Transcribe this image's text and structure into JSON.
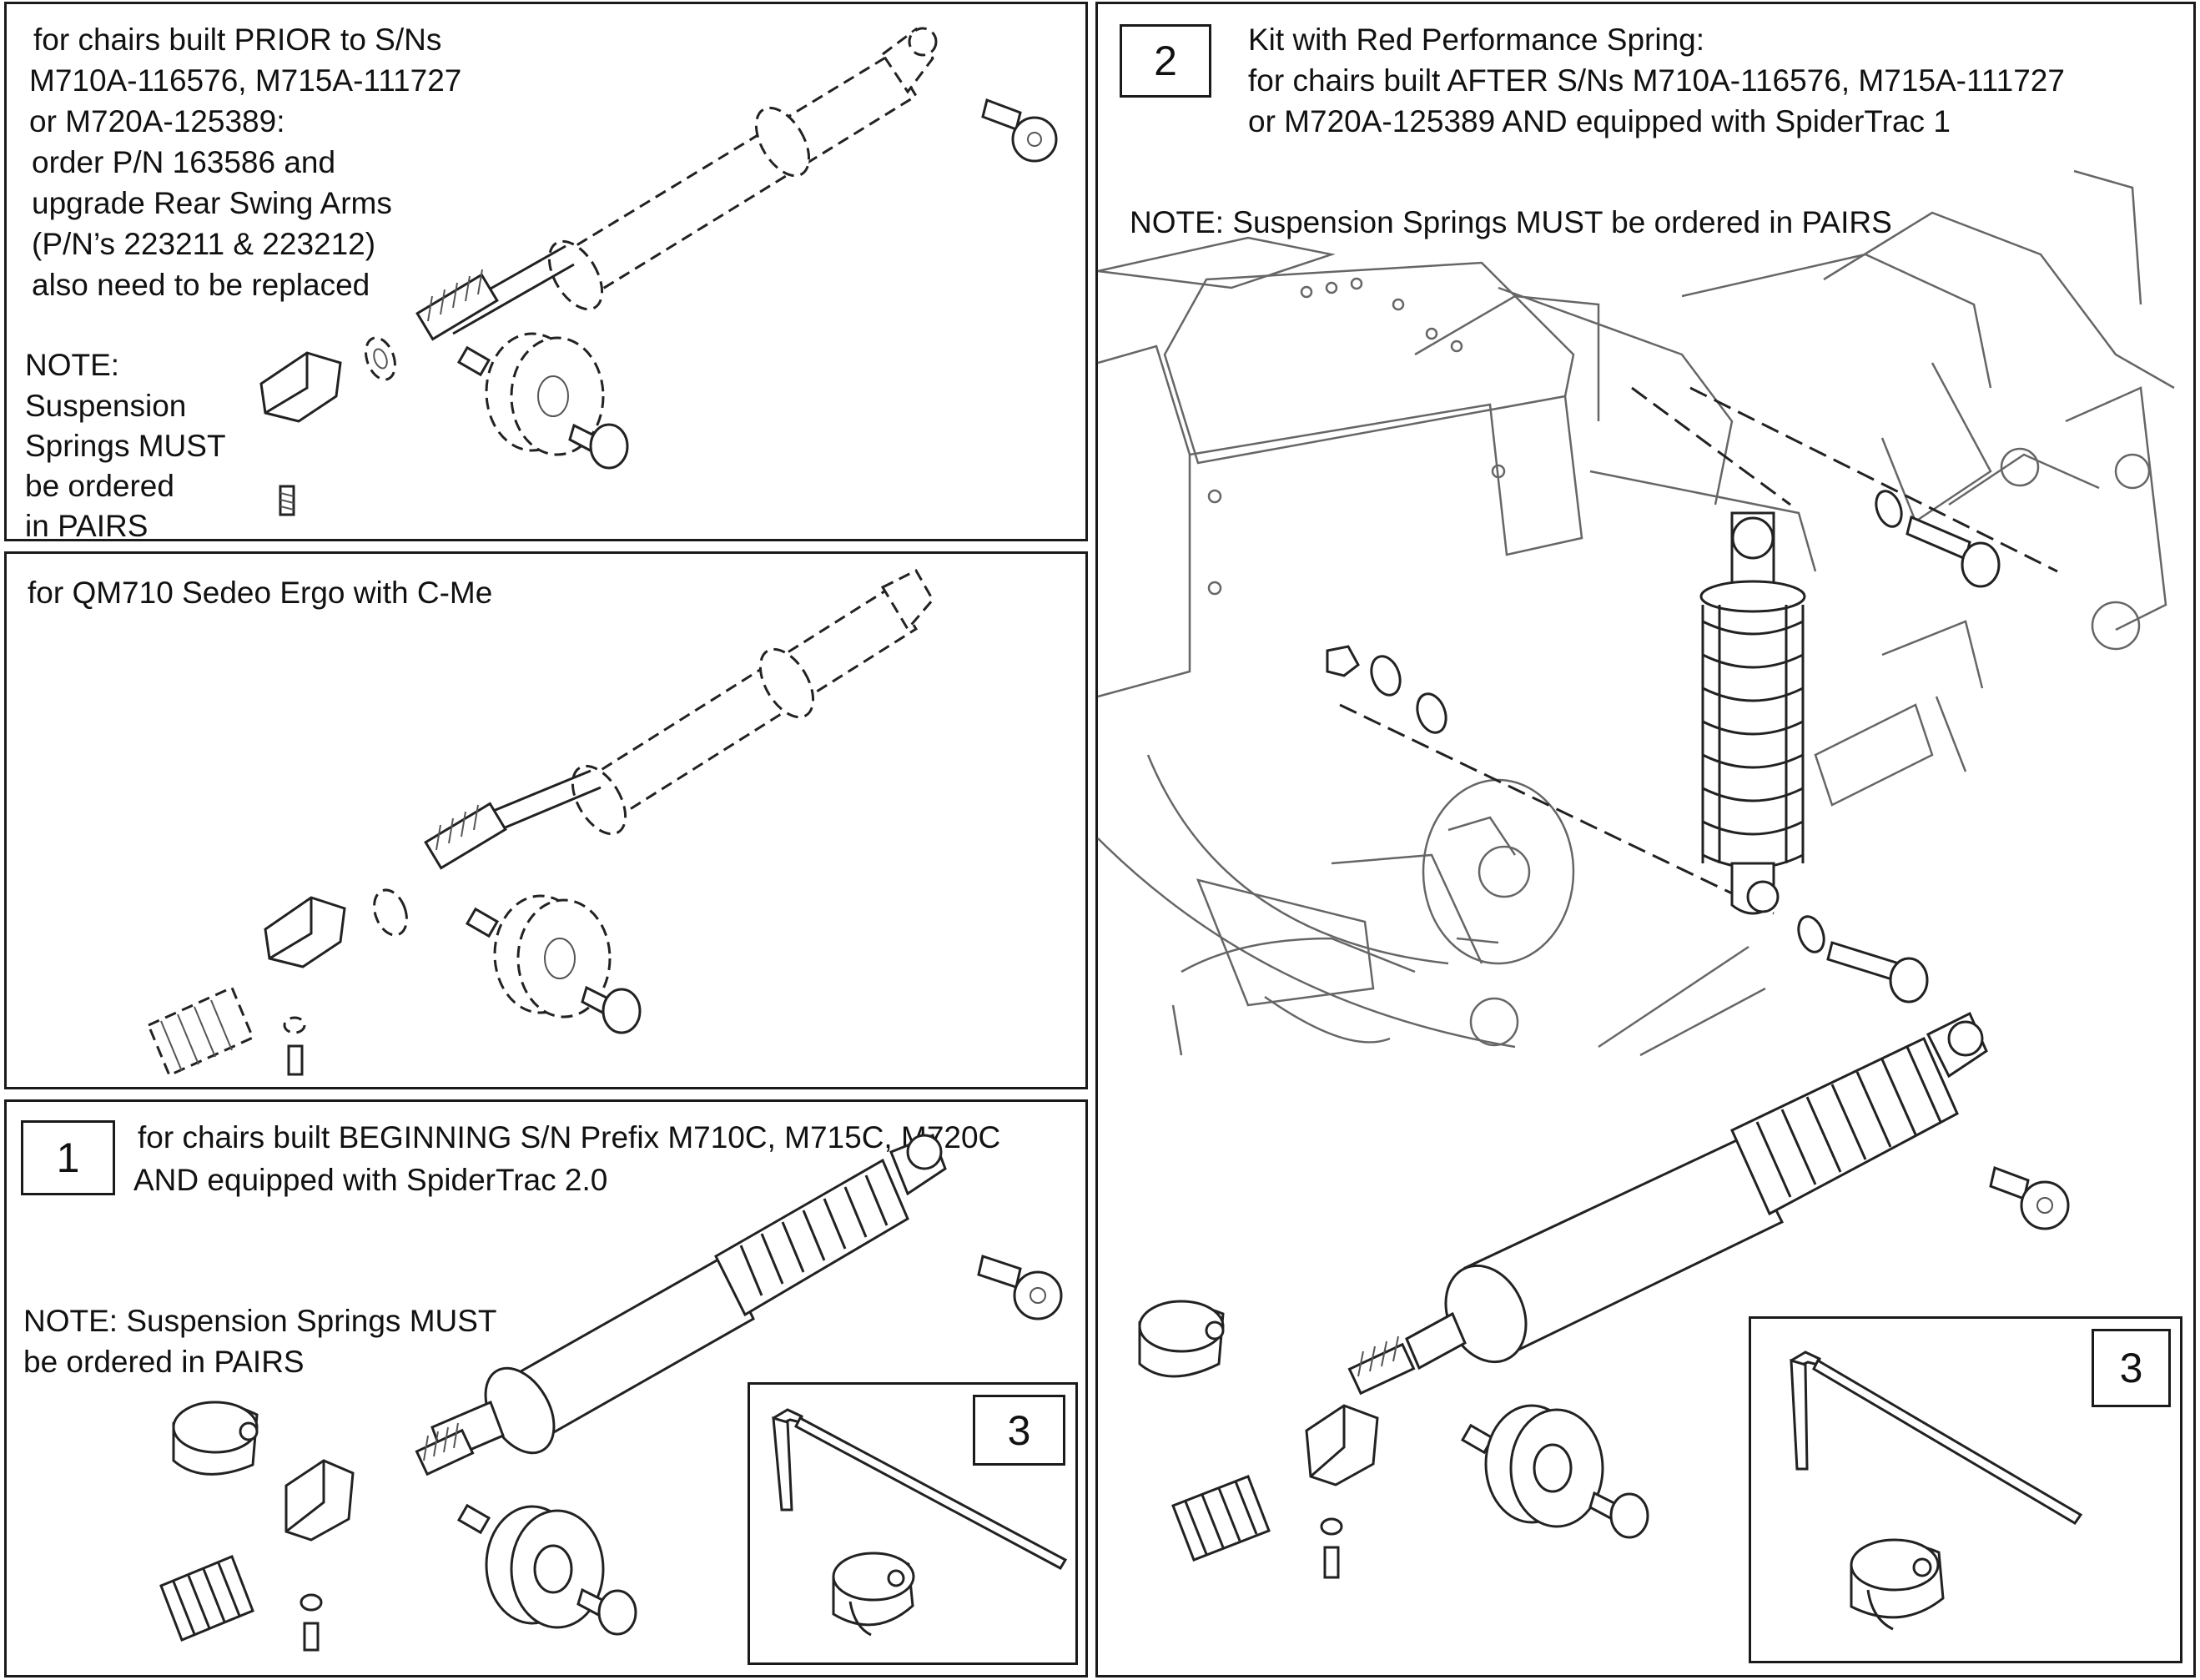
{
  "panel_a": {
    "text_lines": [
      "for chairs built PRIOR to S/Ns",
      "M710A-116576, M715A-111727",
      "or M720A-125389:",
      "order P/N 163586 and",
      "upgrade Rear Swing Arms",
      "(P/N’s 223211 & 223212)",
      "also need to be replaced"
    ],
    "note_lines": [
      "NOTE:",
      "Suspension",
      "Springs MUST",
      "be ordered",
      "in PAIRS"
    ]
  },
  "panel_b": {
    "text": "for QM710 Sedeo Ergo with C-Me"
  },
  "panel_1": {
    "number": "1",
    "text_lines": [
      "for chairs built BEGINNING S/N Prefix M710C, M715C, M720C",
      "AND equipped with SpiderTrac 2.0"
    ],
    "note_lines": [
      "NOTE: Suspension Springs MUST",
      "be ordered in PAIRS"
    ],
    "inset_number": "3"
  },
  "panel_2": {
    "number": "2",
    "text_lines": [
      "Kit with Red Performance Spring:",
      "for chairs built AFTER S/Ns M710A-116576, M715A-111727",
      "or M720A-125389 AND equipped with SpiderTrac 1"
    ],
    "note": "NOTE: Suspension Springs MUST be ordered in PAIRS",
    "inset_number": "3"
  }
}
